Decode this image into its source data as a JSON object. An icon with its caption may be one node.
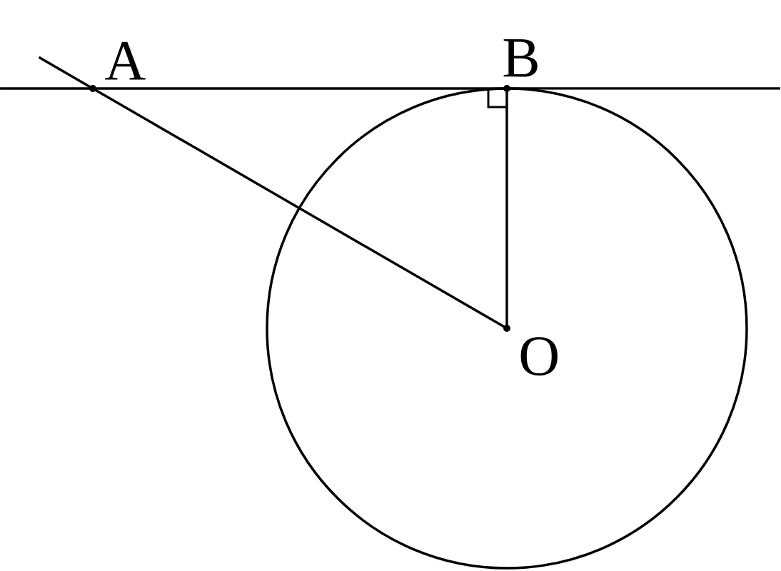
{
  "diagram": {
    "nodes": [
      {
        "text": [
          "A"
        ]
      },
      {
        "text": [
          "B"
        ]
      },
      {
        "text": [
          "O"
        ],
        "in": 3
      },
      {
        "text": [],
        "shape": "circle"
      }
    ],
    "edges": [
      {
        "from": 0,
        "to": 2,
        "arrow": "none"
      },
      {
        "from": 1,
        "to": 2,
        "arrow": "none"
      },
      {
        "from": 0,
        "to": 1,
        "arrow": "none"
      }
    ]
  }
}
